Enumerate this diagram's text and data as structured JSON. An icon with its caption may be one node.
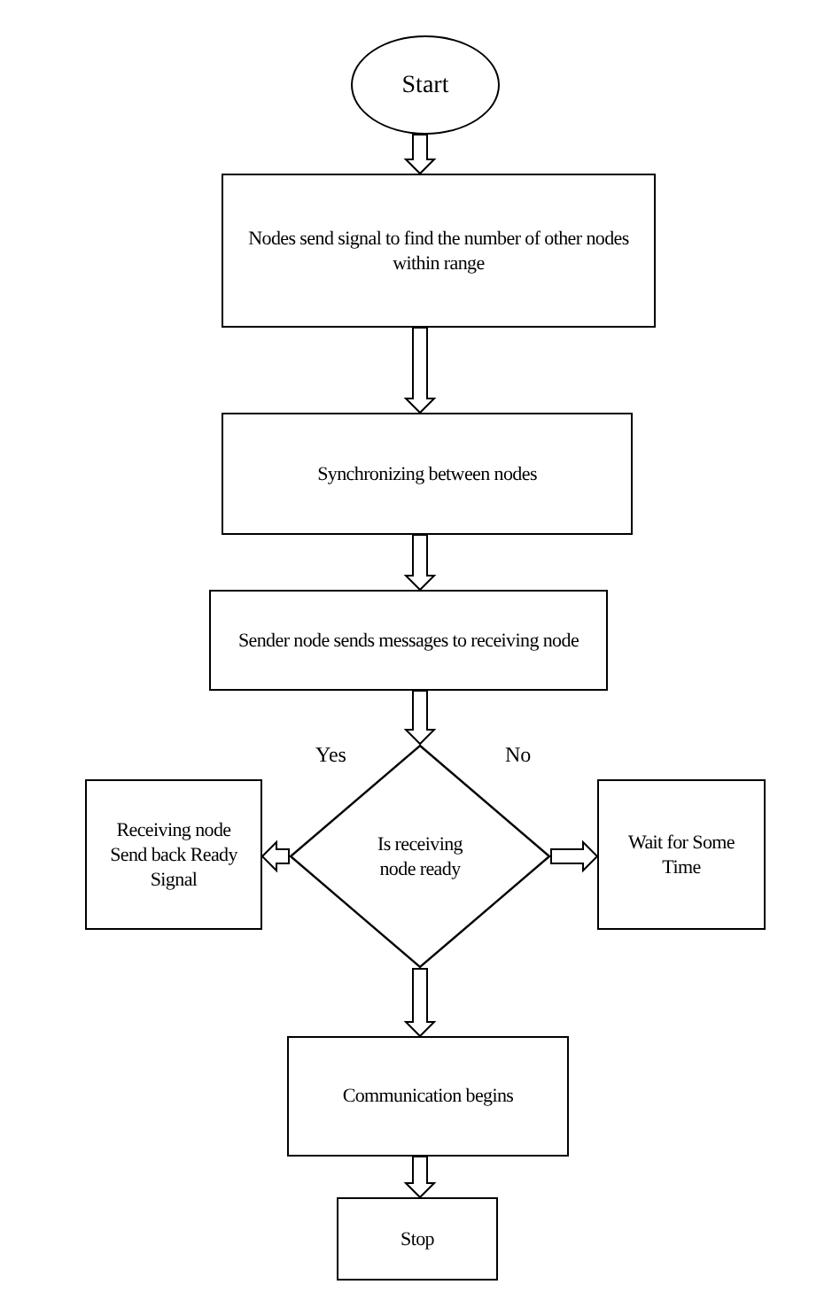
{
  "diagram": {
    "nodes": [
      {
        "text": [
          "Start"
        ]
      },
      {
        "text": [
          "Nodes send signal to find the number of other nodes within range"
        ]
      },
      {
        "text": [
          "Synchronizing between nodes"
        ]
      },
      {
        "text": [
          "Sender node sends messages to receiving node"
        ]
      },
      {
        "text": [
          "Is receiving node ready"
        ]
      },
      {
        "text": [
          "Receiving node Send back Ready Signal"
        ]
      },
      {
        "text": [
          "Wait for Some Time"
        ]
      },
      {
        "text": [
          "Communication begins"
        ]
      },
      {
        "text": [
          "Stop"
        ]
      }
    ],
    "edges": [
      {
        "from": 0,
        "to": 1,
        "arrow": "to"
      },
      {
        "from": 1,
        "to": 2,
        "arrow": "to"
      },
      {
        "from": 2,
        "to": 3,
        "arrow": "to"
      },
      {
        "from": 3,
        "to": 4,
        "arrow": "to"
      },
      {
        "from": 4,
        "to": 5,
        "arrow": "to",
        "label": "Yes"
      },
      {
        "from": 4,
        "to": 6,
        "arrow": "to",
        "label": "No"
      },
      {
        "from": 4,
        "to": 7,
        "arrow": "to"
      },
      {
        "from": 7,
        "to": 8,
        "arrow": "to"
      }
    ]
  }
}
